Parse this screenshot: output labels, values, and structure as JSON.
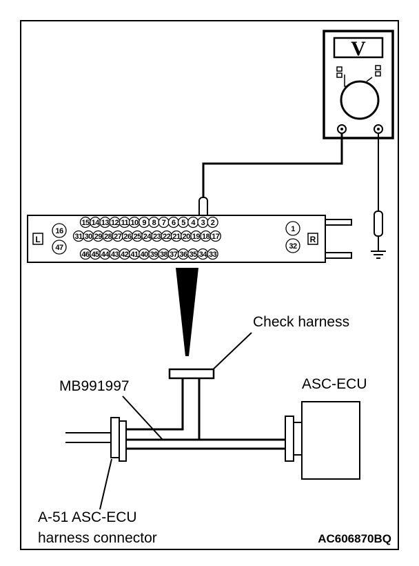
{
  "labels": {
    "check_harness": "Check harness",
    "special_tool": "MB991997",
    "ecu": "ASC-ECU",
    "connector_line1": "A-51 ASC-ECU",
    "connector_line2": "harness connector",
    "figure_code": "AC606870BQ"
  },
  "meter": {
    "display": "V"
  },
  "connector": {
    "left_marker": "L",
    "right_marker": "R",
    "row1": [
      "15",
      "14",
      "13",
      "12",
      "11",
      "10",
      "9",
      "8",
      "7",
      "6",
      "5",
      "4",
      "3",
      "2"
    ],
    "row2": [
      "31",
      "30",
      "29",
      "28",
      "27",
      "26",
      "25",
      "24",
      "23",
      "22",
      "21",
      "20",
      "19",
      "18",
      "17"
    ],
    "row3": [
      "46",
      "45",
      "44",
      "43",
      "42",
      "41",
      "40",
      "39",
      "38",
      "37",
      "36",
      "35",
      "34",
      "33"
    ],
    "left_pins": [
      "16",
      "47"
    ],
    "right_pins": [
      "1",
      "32"
    ]
  },
  "colors": {
    "line": "#000000",
    "background": "#ffffff"
  }
}
